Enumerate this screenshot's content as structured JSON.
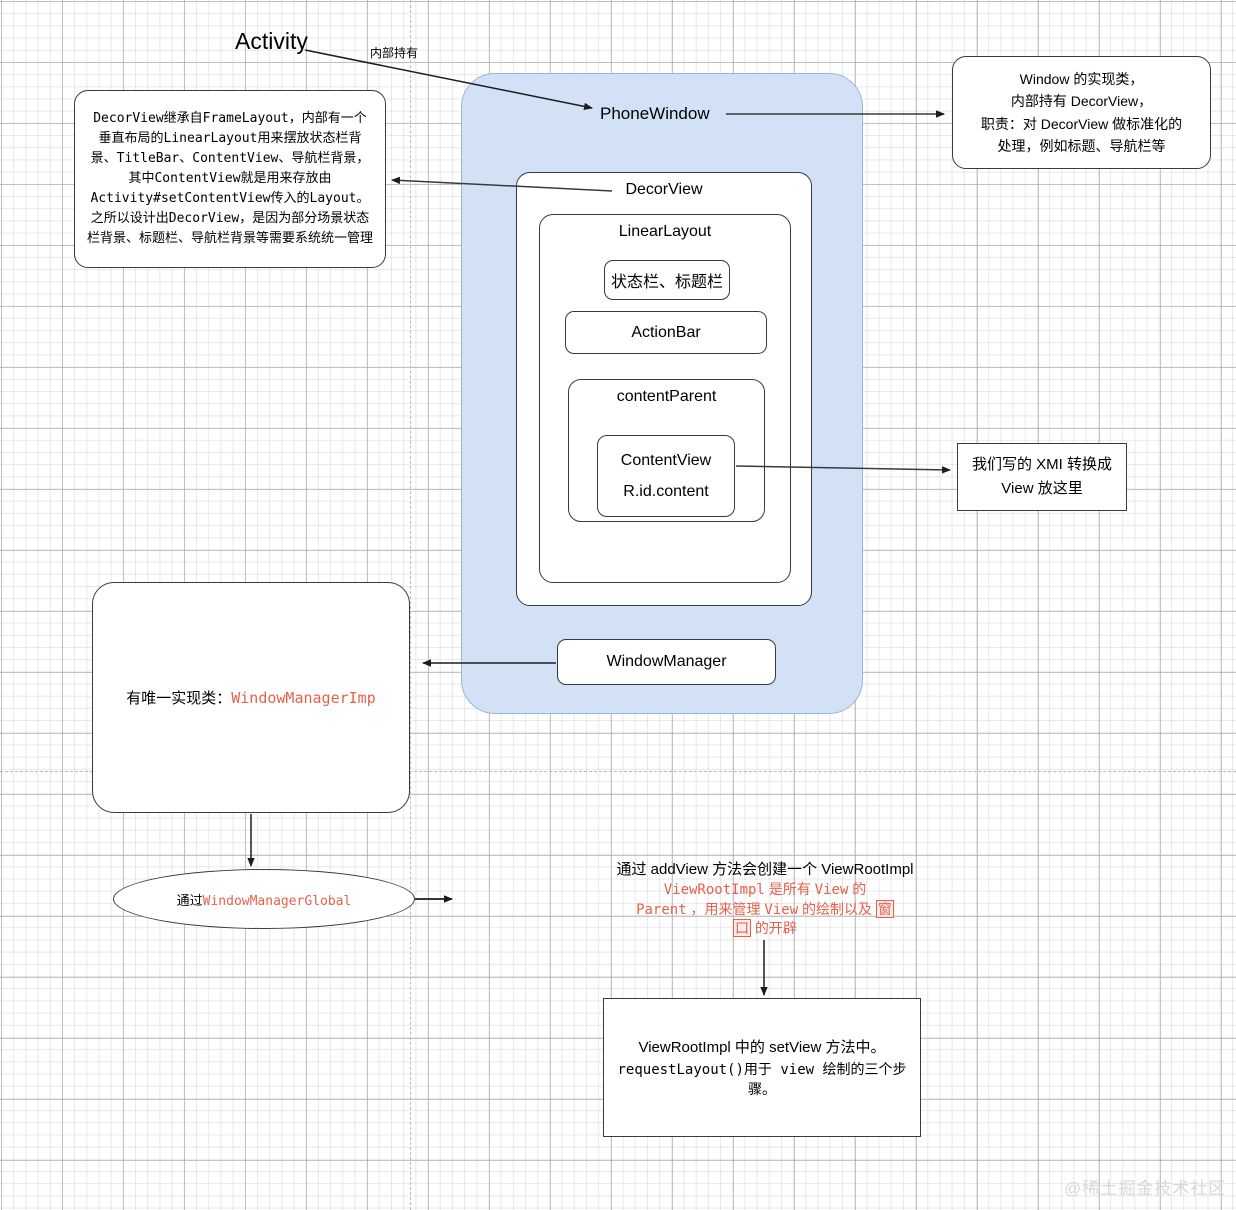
{
  "diagram": {
    "title_label": "Activity",
    "edge_label_inner_hold": "内部持有",
    "watermark": "@稀土掘金技术社区"
  },
  "notes": {
    "decorview_note": "DecorView继承自FrameLayout，内部有一个垂直布局的LinearLayout用来摆放状态栏背景、TitleBar、ContentView、导航栏背景，其中ContentView就是用来存放由Activity#setContentView传入的Layout。之所以设计出DecorView，是因为部分场景状态栏背景、标题栏、导航栏背景等需要系统统一管理",
    "phonewindow_note": "Window 的实现类，\n内部持有 DecorView，\n职责：对 DecorView 做标准化的\n处理，例如标题、导航栏等",
    "contentview_note": "我们写的 XMI 转换成\nView 放这里"
  },
  "nodes": {
    "phonewindow": "PhoneWindow",
    "decorview": "DecorView",
    "linearlayout": "LinearLayout",
    "statusbar_titlebar": "状态栏、标题栏",
    "actionbar": "ActionBar",
    "content_parent": "contentParent",
    "contentview_line1": "ContentView",
    "contentview_line2": "R.id.content",
    "windowmanager": "WindowManager"
  },
  "wm_impl_box": {
    "prefix": "有唯一实现类：",
    "class_name": "WindowManagerImp"
  },
  "wm_global_ellipse": {
    "prefix": "通过",
    "class_name": "WindowManagerGlobal"
  },
  "viewrootimpl_note": {
    "line1": "通过 addView 方法会创建一个 ViewRootImpl",
    "line2_a": "ViewRootImpl",
    "line2_b": " 是所有 ",
    "line2_c": "View",
    "line2_d": " 的",
    "line3_a": "Parent",
    "line3_b": " ，用来管理 ",
    "line3_c": "View",
    "line3_d": " 的绘制以及 ",
    "line3_e": "窗",
    "line4_a": "口",
    "line4_b": " 的开辟"
  },
  "bottom_box": {
    "line1": "ViewRootImpl 中的 setView 方法中。",
    "line2": "requestLayout()用于 view 绘制的三个步骤。"
  },
  "colors": {
    "accent_red": "#e8604c",
    "container_blue": "#d3e1f7",
    "stroke": "#3a3a3a"
  }
}
